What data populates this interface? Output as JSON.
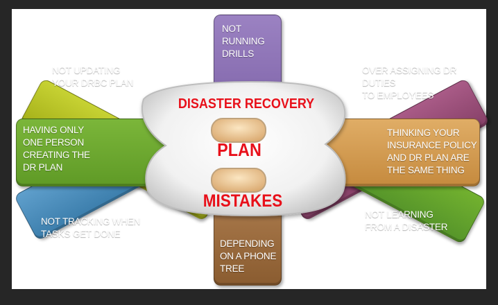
{
  "center": {
    "line1": "DISASTER RECOVERY",
    "line2": "PLAN",
    "line3": "MISTAKES"
  },
  "mistakes": {
    "top_center": "NOT\nRUNNING\nDRILLS",
    "upper_left": "NOT UPDATING\nYOUR DRBC PLAN",
    "upper_right": "OVER ASSIGNING DR\nDUTIES\nTO EMPLOYEES",
    "mid_left": "HAVING ONLY\nONE PERSON\nCREATING THE\nDR PLAN",
    "mid_right": "THINKING YOUR\nINSURANCE POLICY\nAND DR PLAN ARE\nTHE SAME THING",
    "lower_left": "NOT TRACKING WHEN\nTASKS GET DONE",
    "lower_right": "NOT LEARNING\nFROM  A DISASTER",
    "bottom_center": "DEPENDING\nON A PHONE\nTREE"
  },
  "colors": {
    "purple": "#8e73b6",
    "olive": "#b7c322",
    "mauve": "#9a4f79",
    "green": "#6aa32d",
    "orange": "#d49a4e",
    "blue": "#4d8fbd",
    "green2": "#5a9d2a",
    "brown": "#9a6a3a",
    "title_red": "#e8101a"
  }
}
